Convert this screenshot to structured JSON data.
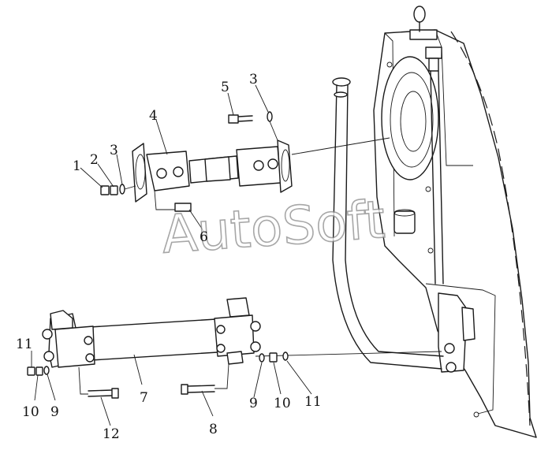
{
  "diagram": {
    "watermark": "AutoSoft",
    "callouts": {
      "c1": "1",
      "c2": "2",
      "c3a": "3",
      "c3b": "3",
      "c4": "4",
      "c5": "5",
      "c6": "6",
      "c7": "7",
      "c8": "8",
      "c9a": "9",
      "c9b": "9",
      "c10a": "10",
      "c10b": "10",
      "c11a": "11",
      "c11b": "11",
      "c12": "12"
    }
  }
}
